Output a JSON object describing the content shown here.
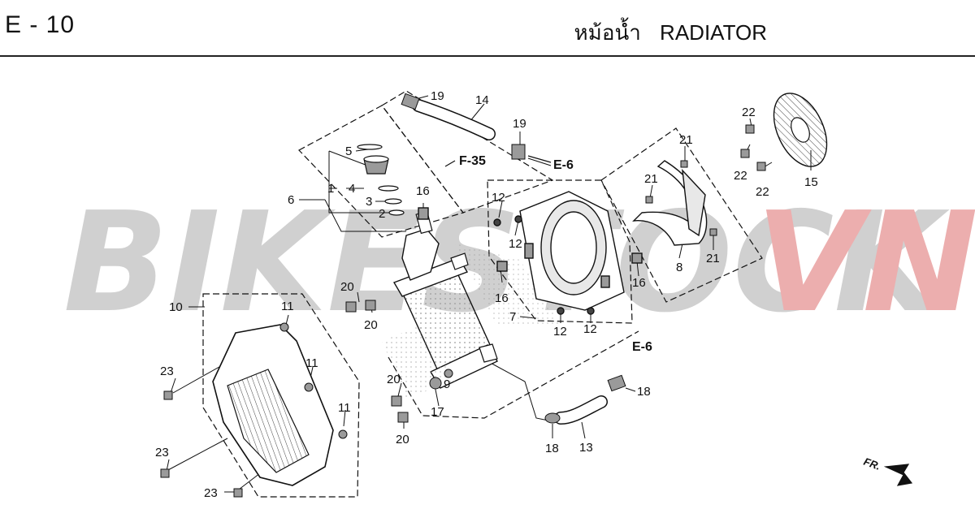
{
  "header": {
    "page_code": "E - 10",
    "title_thai": "หม้อน้ำ",
    "title_en": "RADIATOR"
  },
  "watermark": {
    "text_main": "BIKESTOCK",
    "text_accent": "VN",
    "color_main": "#c8c8c8",
    "color_accent": "#e9a0a0"
  },
  "references": {
    "f35": "F-35",
    "e6_top": "E-6",
    "e6_right": "E-6"
  },
  "direction_label": "FR.",
  "parts": {
    "p1": "1",
    "p2": "2",
    "p3": "3",
    "p4": "4",
    "p5": "5",
    "p6": "6",
    "p7": "7",
    "p8": "8",
    "p9": "9",
    "p10": "10",
    "p11a": "11",
    "p11b": "11",
    "p11c": "11",
    "p12a": "12",
    "p12b": "12",
    "p12c": "12",
    "p12d": "12",
    "p13": "13",
    "p14": "14",
    "p15": "15",
    "p16a": "16",
    "p16b": "16",
    "p16c": "16",
    "p17": "17",
    "p18a": "18",
    "p18b": "18",
    "p19a": "19",
    "p19b": "19",
    "p20a": "20",
    "p20b": "20",
    "p20c": "20",
    "p20d": "20",
    "p21a": "21",
    "p21b": "21",
    "p21c": "21",
    "p22a": "22",
    "p22b": "22",
    "p22c": "22",
    "p23a": "23",
    "p23b": "23",
    "p23c": "23"
  },
  "colors": {
    "line": "#111111",
    "hatch": "#bdbdbd"
  }
}
